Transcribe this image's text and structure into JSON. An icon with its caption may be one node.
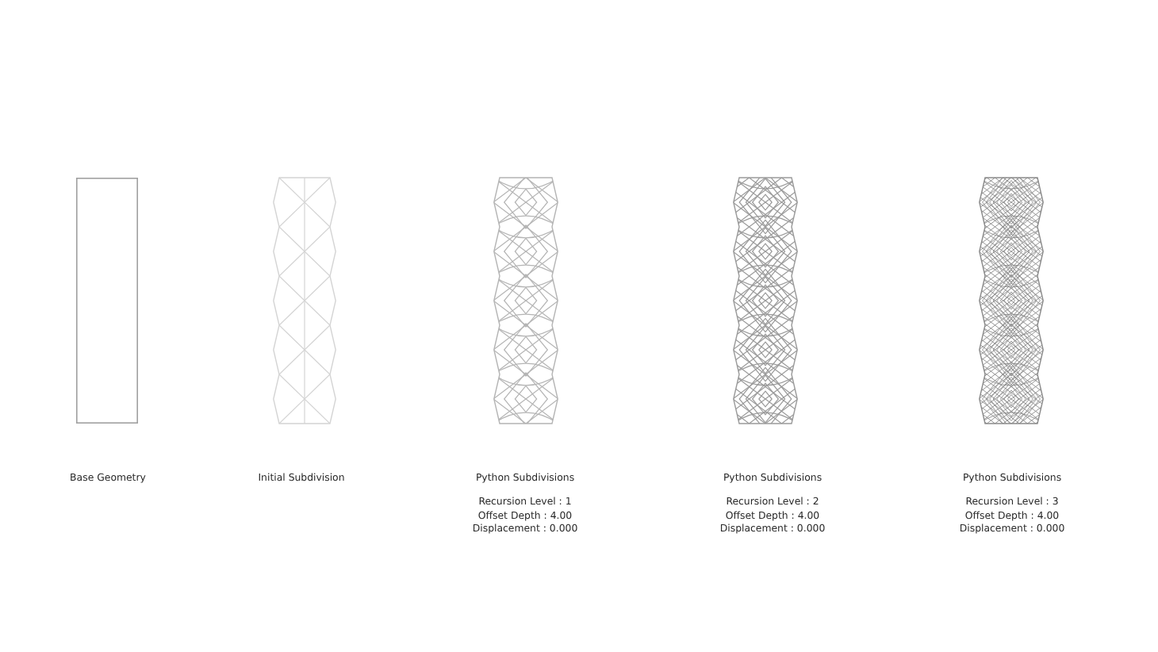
{
  "diagram": {
    "labels": [
      "Base Geometry",
      "Initial Subdivision",
      "Python Subdivisions",
      "Recursion Level : 1",
      "Offset Depth : 4.00",
      "Displacement : 0.000",
      "Python Subdivisions",
      "Recursion Level : 2",
      "Offset Depth : 4.00",
      "Displacement : 0.000",
      "Python Subdivisions",
      "Recursion Level : 3",
      "Offset Depth : 4.00",
      "Displacement : 0.000"
    ]
  }
}
